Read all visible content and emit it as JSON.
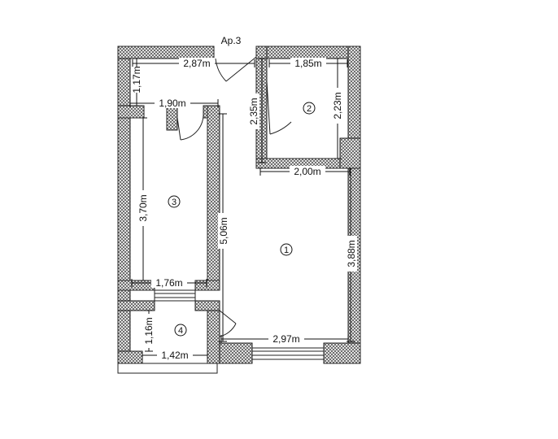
{
  "plan": {
    "apartment_label": "Ap.3",
    "rooms": [
      {
        "id": "room-1",
        "number": "1"
      },
      {
        "id": "room-2",
        "number": "2"
      },
      {
        "id": "room-3",
        "number": "3"
      },
      {
        "id": "room-4",
        "number": "4"
      }
    ],
    "dimensions": {
      "corridor_width": "2,87m",
      "corridor_depth": "1,17m",
      "room2_width": "1,85m",
      "room2_depth_left": "2,35m",
      "room2_depth_right": "2,23m",
      "room2_bottom": "2,00m",
      "room3_top": "1,90m",
      "room3_height": "3,70m",
      "room3_bottom": "1,76m",
      "room1_left_height": "5,06m",
      "room1_right_height": "3,88m",
      "room1_bottom": "2,97m",
      "room4_height": "1,16m",
      "room4_width": "1,42m"
    }
  }
}
